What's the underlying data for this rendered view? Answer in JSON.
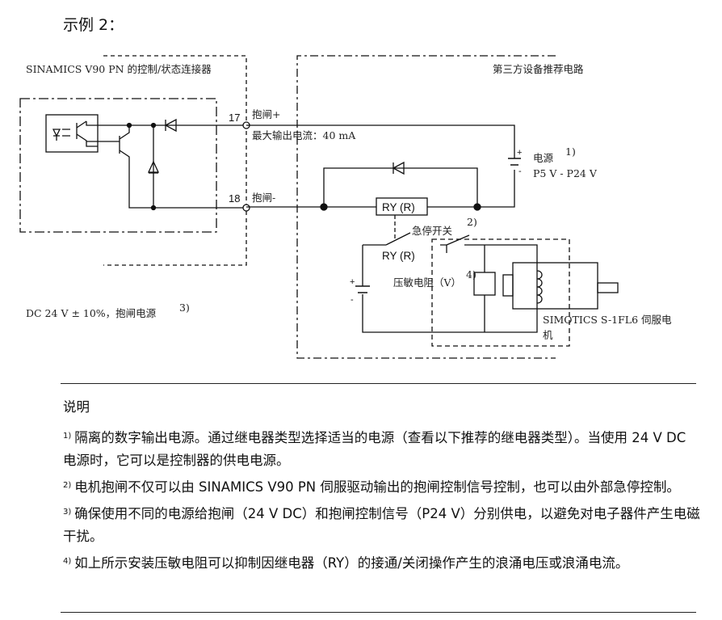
{
  "title": "示例 2：",
  "diagram": {
    "left_box_label": "SINAMICS V90 PN 的控制/状态连接器",
    "right_box_label": "第三方设备推荐电路",
    "pin17": "17",
    "pin17_label": "抱闸+",
    "max_current": "最大输出电流：40 mA",
    "pin18": "18",
    "pin18_label": "抱闸-",
    "power_label": "电源",
    "power_ref": "1)",
    "power_range": "P5 V - P24 V",
    "relay_coil": "RY (R)",
    "relay_contact": "RY (R)",
    "estop_label": "急停开关",
    "estop_ref": "2)",
    "varistor_label": "压敏电阻（V）",
    "varistor_ref": "4)",
    "motor_label_1": "SIMOTICS S-1FL6 伺服电",
    "motor_label_2": "机",
    "brake_supply": "DC 24 V ± 10%，抱闸电源",
    "brake_supply_ref": "3)",
    "plus": "+",
    "minus": "-"
  },
  "notes": {
    "heading": "说明",
    "items": [
      {
        "ref": "1)",
        "text": "隔离的数字输出电源。通过继电器类型选择适当的电源（查看以下推荐的继电器类型）。当使用 24 V DC 电源时，它可以是控制器的供电电源。"
      },
      {
        "ref": "2)",
        "text": "电机抱闸不仅可以由 SINAMICS V90 PN 伺服驱动输出的抱闸控制信号控制，也可以由外部急停控制。"
      },
      {
        "ref": "3)",
        "text": "确保使用不同的电源给抱闸（24 V DC）和抱闸控制信号（P24 V）分别供电，以避免对电子器件产生电磁干扰。"
      },
      {
        "ref": "4)",
        "text": "如上所示安装压敏电阻可以抑制因继电器（RY）的接通/关闭操作产生的浪涌电压或浪涌电流。"
      }
    ]
  }
}
